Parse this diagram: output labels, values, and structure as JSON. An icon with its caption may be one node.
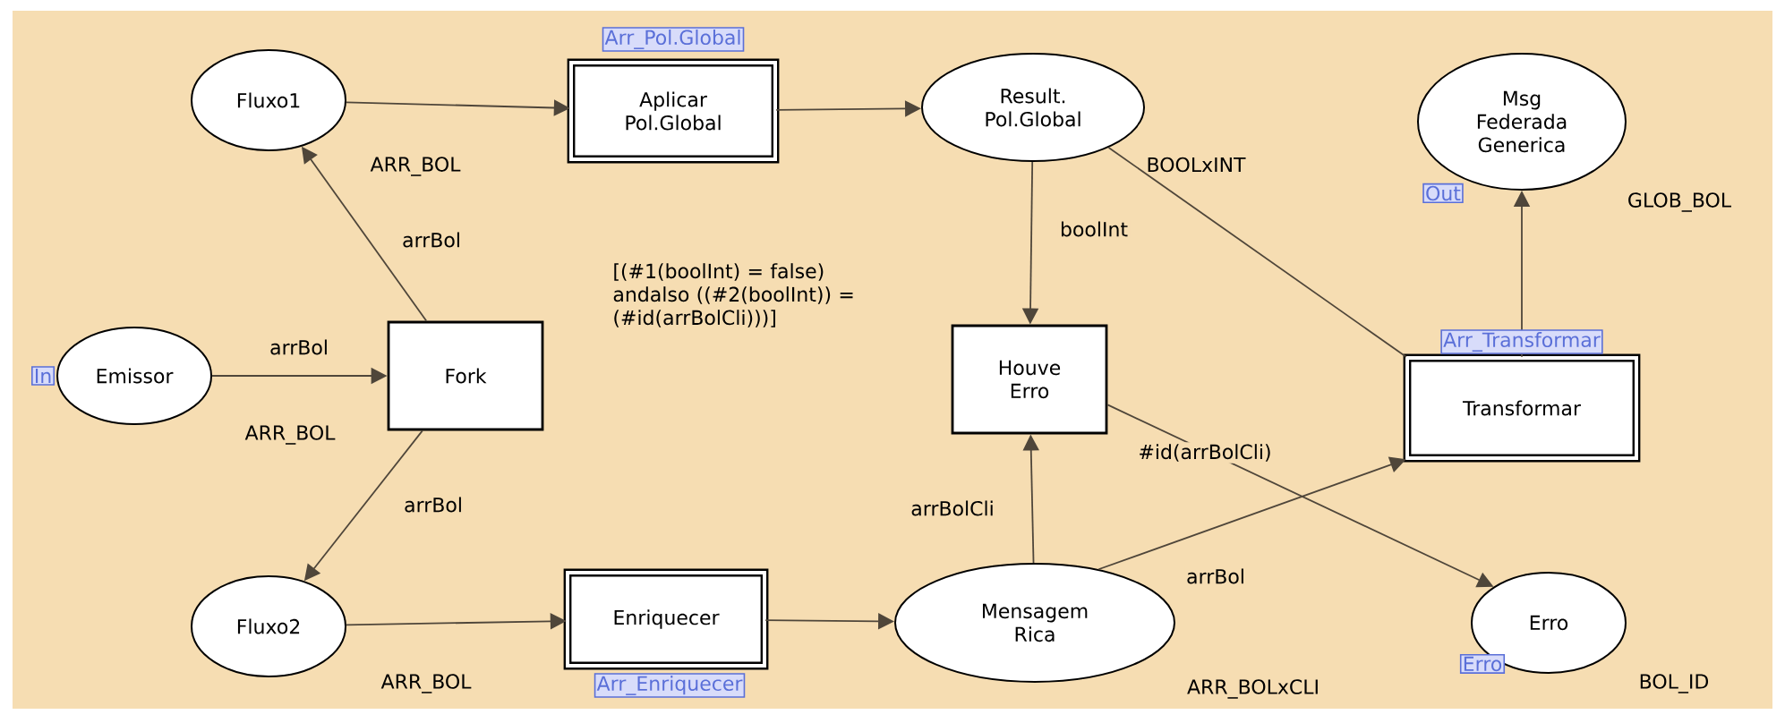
{
  "diagram": {
    "nodes": [
      {
        "text": [
          "Fluxo1"
        ],
        "beside": [
          "ARR_BOL"
        ]
      },
      {
        "text": [
          "Aplicar Pol.Global"
        ],
        "beside": [
          "Arr_Pol.Global"
        ]
      },
      {
        "text": [
          "Result. Pol.Global"
        ],
        "beside": [
          "BOOLxINT"
        ]
      },
      {
        "text": [
          "Msg Federada Generica"
        ],
        "beside": [
          "Out",
          "GLOB_BOL"
        ]
      },
      {
        "text": [
          "Emissor"
        ],
        "beside": [
          "In",
          "ARR_BOL"
        ]
      },
      {
        "text": [
          "Fork"
        ]
      },
      {
        "text": [
          "Houve Erro"
        ]
      },
      {
        "text": [
          "Transformar"
        ],
        "beside": [
          "Arr_Transformar"
        ]
      },
      {
        "text": [
          "Fluxo2"
        ],
        "beside": [
          "ARR_BOL"
        ]
      },
      {
        "text": [
          "Enriquecer"
        ],
        "beside": [
          "Arr_Enriquecer"
        ]
      },
      {
        "text": [
          "Mensagem Rica"
        ],
        "beside": [
          "ARR_BOLxCLI"
        ]
      },
      {
        "text": [
          "Erro"
        ],
        "beside": [
          "Erro",
          "BOL_ID"
        ]
      }
    ],
    "edges": [
      {
        "from": 0,
        "to": 1,
        "arrow": "to"
      },
      {
        "from": 1,
        "to": 2,
        "arrow": "to"
      },
      {
        "from": 2,
        "to": 6,
        "arrow": "to",
        "label": "boolInt"
      },
      {
        "from": 2,
        "to": 7,
        "arrow": "none"
      },
      {
        "from": 4,
        "to": 5,
        "arrow": "to",
        "label": "arrBol"
      },
      {
        "from": 5,
        "to": 0,
        "arrow": "to",
        "label": "arrBol"
      },
      {
        "from": 5,
        "to": 8,
        "arrow": "to",
        "label": "arrBol"
      },
      {
        "from": 8,
        "to": 9,
        "arrow": "to"
      },
      {
        "from": 9,
        "to": 10,
        "arrow": "to"
      },
      {
        "from": 10,
        "to": 6,
        "arrow": "to",
        "label": "arrBolCli"
      },
      {
        "from": 10,
        "to": 7,
        "arrow": "to",
        "label": "arrBol"
      },
      {
        "from": 6,
        "to": 11,
        "arrow": "to",
        "label": "#id(arrBolCli)"
      },
      {
        "from": 7,
        "to": 3,
        "arrow": "to"
      }
    ],
    "labels": [
      "[(#1(boolInt) = false) andalso ((#2(boolInt)) = (#id(arrBolCli)))]"
    ]
  }
}
